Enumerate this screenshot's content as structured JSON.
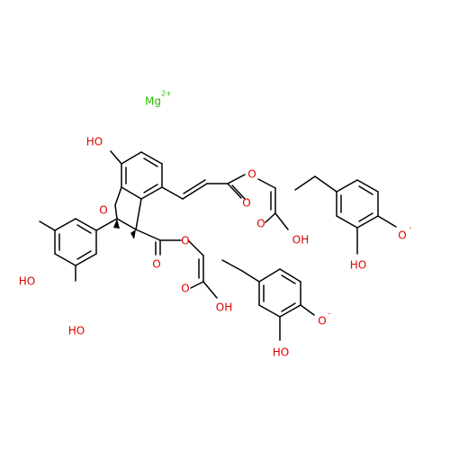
{
  "molecule": {
    "ion": {
      "symbol": "Mg",
      "charge": "2+"
    },
    "atoms": {
      "ho_top": "HO",
      "o_ring": "O",
      "o_ester_top": "O",
      "o_carbonyl_top": "O",
      "o_acid_top": "O",
      "oh_acid_top": "OH",
      "o_minus_right": "O",
      "oh_right": "HO",
      "o_carbonyl_mid": "O",
      "o_ester_mid": "O",
      "o_acid_mid": "O",
      "oh_acid_mid": "OH",
      "ho_left_top": "HO",
      "ho_left_bottom": "HO",
      "o_minus_bottom": "O",
      "oh_bottom": "HO"
    },
    "minus_sign": "-",
    "colors": {
      "bond": "#000000",
      "oxygen": "#e00000",
      "magnesium": "#2fb800"
    }
  }
}
